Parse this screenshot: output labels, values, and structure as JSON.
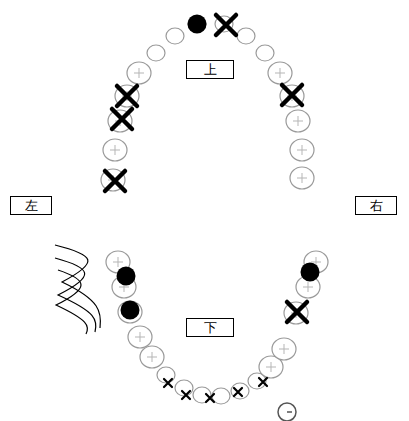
{
  "diagram": {
    "nodes": [
      {
        "text": [
          "上"
        ]
      },
      {
        "text": [
          "左"
        ]
      },
      {
        "text": [
          "右"
        ]
      },
      {
        "text": [
          "下"
        ]
      }
    ]
  }
}
